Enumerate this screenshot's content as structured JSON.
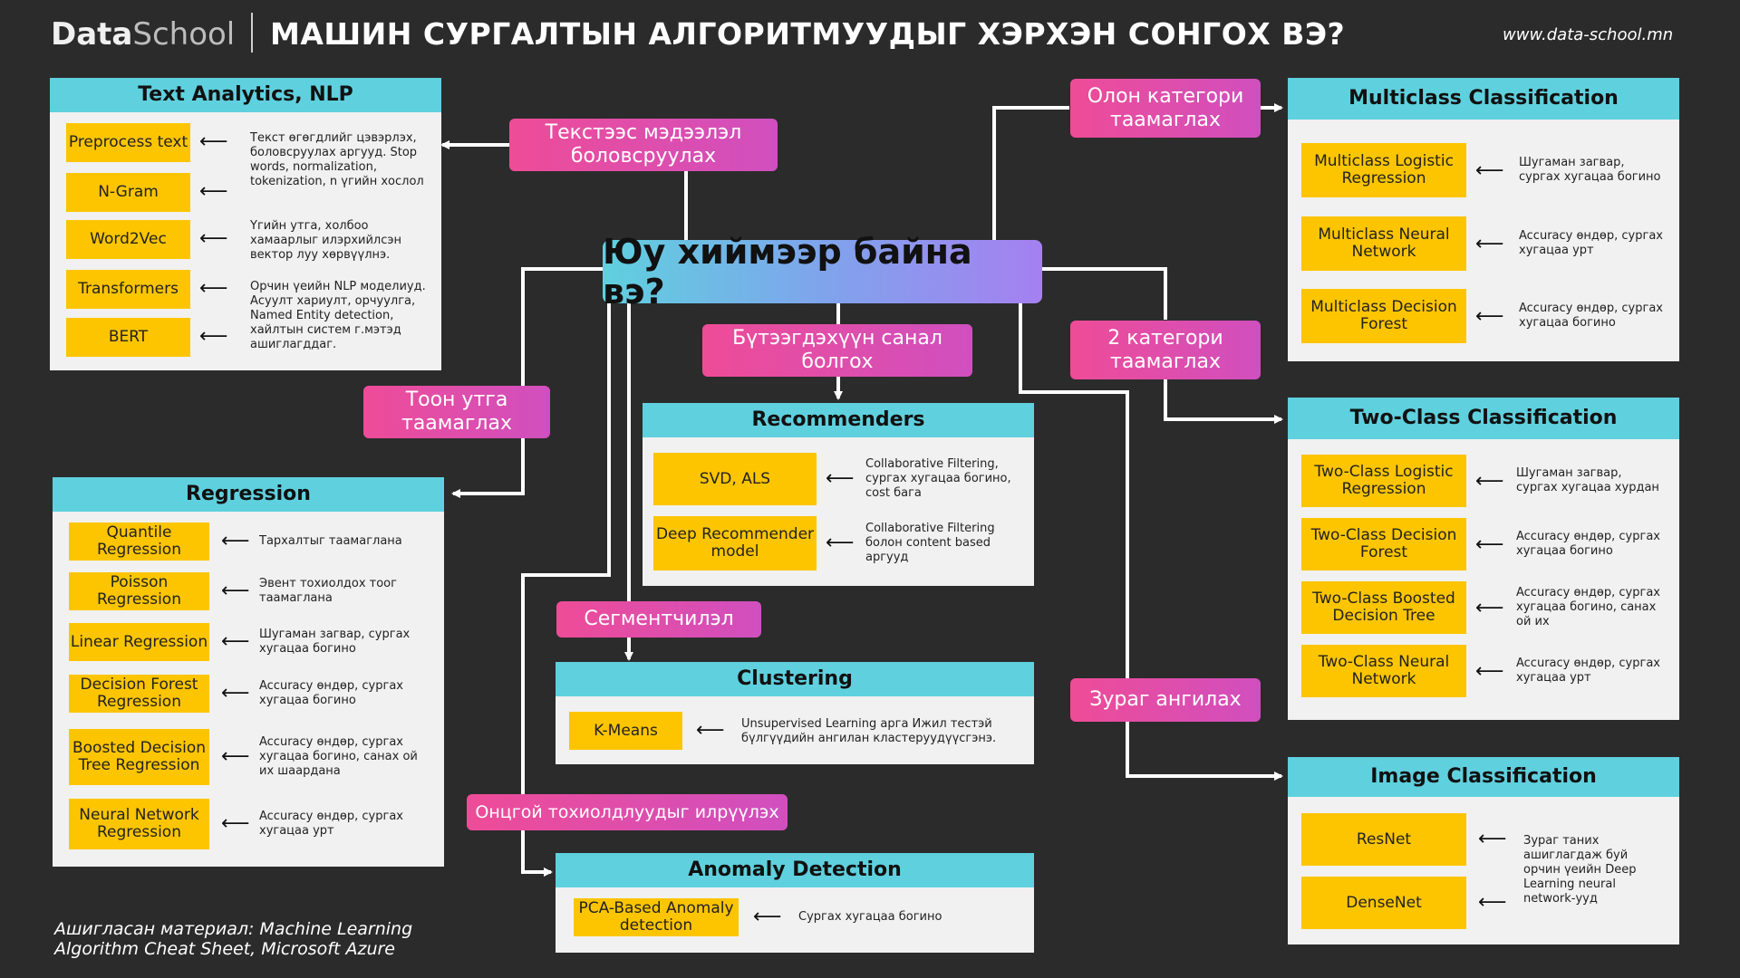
{
  "header": {
    "logo_main": "Data",
    "logo_accent": "School",
    "title": "МАШИН СУРГАЛТЫН АЛГОРИТМУУДЫГ ХЭРХЭН СОНГОХ ВЭ?",
    "url": "www.data-school.mn"
  },
  "center_question": "Юу хиймээр байна вэ?",
  "tasks": {
    "text": "Текстээс мэдээлэл боловсруулах",
    "numeric": "Тоон утга таамаглах",
    "recommend": "Бүтээгдэхүүн санал болгох",
    "segment": "Сегментчилэл",
    "anomaly": "Онцгой тохиолдлуудыг илрүүлэх",
    "multiclass": "Олон категори таамаглах",
    "twoclass": "2 категори таамаглах",
    "image": "Зураг ангилах"
  },
  "panels": {
    "text_analytics": {
      "title": "Text Analytics, NLP",
      "items": [
        {
          "name": "Preprocess text",
          "desc": ""
        },
        {
          "name": "N-Gram",
          "desc": ""
        },
        {
          "name": "Word2Vec",
          "desc": "Үгийн утга, холбоо хамаарлыг илэрхийлсэн вектор луу хөрвүүлнэ."
        },
        {
          "name": "Transformers",
          "desc": ""
        },
        {
          "name": "BERT",
          "desc": ""
        }
      ],
      "desc_top": "Текст өгөгдлийг цэвэрлэх, боловсруулах аргууд. Stop words, normalization, tokenization, n үгийн хослол",
      "desc_bottom": "Орчин үеийн NLP моделиуд. Асуулт хариулт, орчуулга, Named Entity detection, хайлтын систем г.мэтэд ашиглагддаг."
    },
    "regression": {
      "title": "Regression",
      "items": [
        {
          "name": "Quantile Regression",
          "desc": "Тархалтыг таамаглана"
        },
        {
          "name": "Poisson Regression",
          "desc": "Эвент тохиолдох тоог таамаглана"
        },
        {
          "name": "Linear Regression",
          "desc": "Шугаман загвар, сургах хугацаа богино"
        },
        {
          "name": "Decision Forest Regression",
          "desc": "Accuracy өндөр, сургах хугацаа богино"
        },
        {
          "name": "Boosted Decision Tree Regression",
          "desc": "Accuracy өндөр, сургах хугацаа богино, санах ой их шаардана"
        },
        {
          "name": "Neural Network Regression",
          "desc": "Accuracy өндөр, сургах хугацаа урт"
        }
      ]
    },
    "recommenders": {
      "title": "Recommenders",
      "items": [
        {
          "name": "SVD, ALS",
          "desc": "Collaborative Filtering, сургах хугацаа богино,  cost бага"
        },
        {
          "name": "Deep Recommender model",
          "desc": "Collaborative Filtering болон content based аргууд"
        }
      ]
    },
    "clustering": {
      "title": "Clustering",
      "items": [
        {
          "name": "K-Means",
          "desc": "Unsupervised Learning арга Ижил тестэй бүлгүүдийн ангилан кластеруудүүсгэнэ."
        }
      ]
    },
    "anomaly": {
      "title": "Anomaly Detection",
      "items": [
        {
          "name": "PCA-Based Anomaly detection",
          "desc": "Сургах хугацаа богино"
        }
      ]
    },
    "multiclass": {
      "title": "Multiclass Classification",
      "items": [
        {
          "name": "Multiclass Logistic Regression",
          "desc": "Шугаман загвар, сургах хугацаа богино"
        },
        {
          "name": "Multiclass Neural Network",
          "desc": "Accuracy өндөр, сургах хугацаа урт"
        },
        {
          "name": "Multiclass Decision Forest",
          "desc": "Accuracy өндөр, сургах хугацаа богино"
        }
      ]
    },
    "twoclass": {
      "title": "Two-Class Classification",
      "items": [
        {
          "name": "Two-Class Logistic Regression",
          "desc": "Шугаман загвар, сургах хугацаа хурдан"
        },
        {
          "name": "Two-Class Decision Forest",
          "desc": "Accuracy өндөр, сургах хугацаа богино"
        },
        {
          "name": "Two-Class Boosted Decision Tree",
          "desc": "Accuracy өндөр, сургах хугацаа богино, санах ой их"
        },
        {
          "name": "Two-Class Neural Network",
          "desc": "Accuracy өндөр, сургах хугацаа урт"
        }
      ]
    },
    "image": {
      "title": "Image Classification",
      "items": [
        {
          "name": "ResNet",
          "desc": ""
        },
        {
          "name": "DenseNet",
          "desc": ""
        }
      ],
      "desc": "Зураг таних ашиглагдаж буй орчин үеийн Deep Learning neural network-ууд"
    }
  },
  "source_note": "Ашигласан материал: Machine Learning Algorithm Cheat Sheet, Microsoft Azure",
  "colors": {
    "background": "#2b2b2b",
    "panel_header": "#5fd0de",
    "algorithm_box": "#fdc500",
    "task_label": "#ee4c97",
    "panel_body": "#f1f1f1"
  }
}
